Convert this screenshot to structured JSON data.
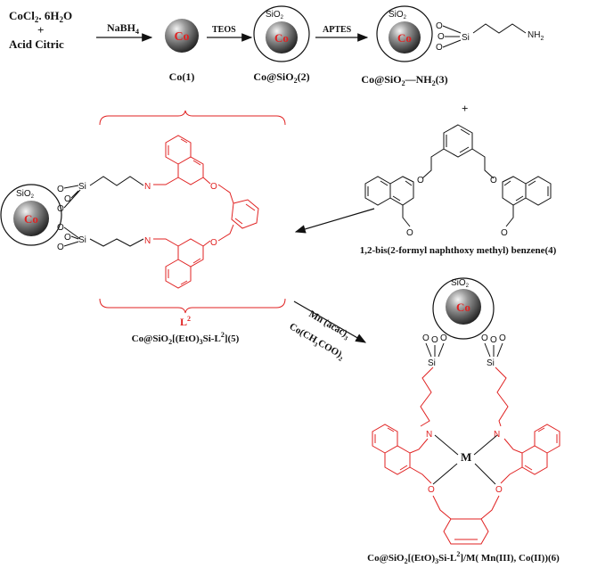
{
  "step1": {
    "reagent_line1": "CoCl",
    "reagent_line1_sub": "2",
    "reagent_line1_tail": ". 6H",
    "reagent_line1_sub2": "2",
    "reagent_line1_end": "O",
    "plus": "+",
    "reagent_line2": "Acid Citric",
    "arrow_label": "NaBH",
    "arrow_label_sub": "4"
  },
  "compounds": {
    "c1_core": "Co",
    "c1_label": "Co(1)",
    "c2_shell": "SiO",
    "c2_shell_sub": "2",
    "c2_core": "Co",
    "c2_label_a": "Co@SiO",
    "c2_label_sub": "2",
    "c2_label_b": "(2)",
    "c3_shell": "SiO",
    "c3_shell_sub": "2",
    "c3_core": "Co",
    "c3_label_a": "Co@SiO",
    "c3_label_sub": "2",
    "c3_label_b": "NH",
    "c3_label_sub2": "2",
    "c3_label_c": "(3)",
    "c3_amine": "NH",
    "c3_amine_sub": "2",
    "c4_label": "1,2-bis(2-formyl naphthoxy methyl) benzene(4)",
    "c5_shell": "SiO",
    "c5_shell_sub": "2",
    "c5_core": "Co",
    "c5_ligand": "L",
    "c5_ligand_sup": "2",
    "c5_label_a": "Co@SiO",
    "c5_label_sub": "2",
    "c5_label_b": "[(EtO)",
    "c5_label_sub2": "3",
    "c5_label_c": "Si-L",
    "c5_label_sup": "2",
    "c5_label_d": "](5)",
    "c6_shell": "SiO",
    "c6_shell_sub": "2",
    "c6_core": "Co",
    "c6_metal": "M",
    "c6_label_a": "Co@SiO",
    "c6_label_sub": "2",
    "c6_label_b": "[(EtO)",
    "c6_label_sub2": "3",
    "c6_label_c": "Si-L",
    "c6_label_sup": "2",
    "c6_label_d": "]/M( Mn(III), Co(II))(6)"
  },
  "arrows": {
    "teos": "TEOS",
    "aptes": "APTES",
    "plus": "+",
    "mn_a": "Mn (acac)",
    "mn_sub": "3",
    "co_a": "Co(CH",
    "co_sub": "3",
    "co_b": "COO)",
    "co_sub2": "2"
  },
  "atoms": {
    "O": "O",
    "Si": "Si",
    "N": "N"
  },
  "colors": {
    "ligand": "#e02222",
    "ink": "#111111",
    "core_dark": "#2a2a2a",
    "core_light": "#f2f2f2"
  }
}
